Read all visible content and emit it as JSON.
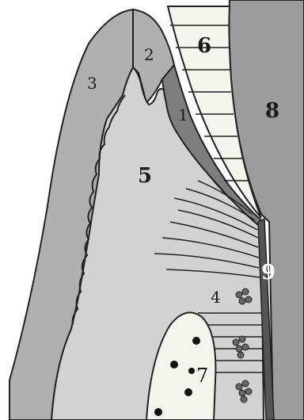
{
  "diagram": {
    "labels": [
      {
        "id": "1",
        "text": "1"
      },
      {
        "id": "2",
        "text": "2"
      },
      {
        "id": "3",
        "text": "3"
      },
      {
        "id": "4",
        "text": "4"
      },
      {
        "id": "5",
        "text": "5"
      },
      {
        "id": "6",
        "text": "6"
      },
      {
        "id": "7",
        "text": "7"
      },
      {
        "id": "8",
        "text": "8"
      },
      {
        "id": "9",
        "text": "9"
      }
    ],
    "colors": {
      "background": "#ffffff",
      "outer_region": "#b0b0b0",
      "inner_region": "#d2d2d2",
      "dark_band": "#7e7e7e",
      "right_region": "#9c9c9c",
      "striped_region": "#f5f5f0",
      "dotted_region": "#f4f4ee",
      "outline": "#222222"
    }
  }
}
